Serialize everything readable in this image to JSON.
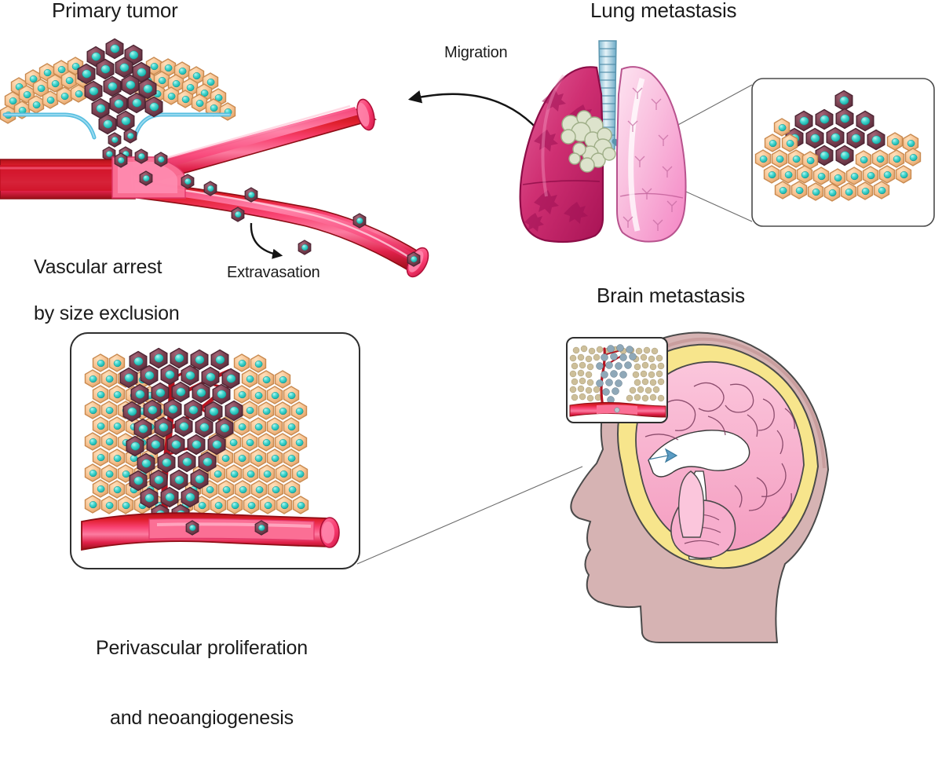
{
  "figure": {
    "title_primary_tumor": "Primary tumor",
    "title_lung_metastasis": "Lung metastasis",
    "title_brain_metastasis": "Brain metastasis",
    "label_vascular_arrest_line1": "Vascular arrest",
    "label_vascular_arrest_line2": "by size exclusion",
    "label_extravasation": "Extravasation",
    "label_migration": "Migration",
    "label_perivascular_line1": "Perivascular proliferation",
    "label_perivascular_line2": "and neoangiogenesis"
  },
  "colors": {
    "normal_cell_fill": "#f7c392",
    "normal_cell_stroke": "#c98a50",
    "tumor_cell_fill": "#7c4252",
    "tumor_cell_stroke": "#5a2c3c",
    "nucleus": "#3fd2cb",
    "nucleus_highlight": "#9defe9",
    "vessel_dark_red": "#c4171c",
    "vessel_bright_pink": "#f5376b",
    "vessel_lumen_pink": "#fb6f95",
    "basement_membrane_blue": "#3fa9d4",
    "lung_diseased": "#c62a6c",
    "lung_healthy": "#f7a6d2",
    "trachea": "#9fd0e3",
    "brain_pink": "#f7aecd",
    "skull_yellow": "#f7e58c",
    "scalp": "#d6b3b3",
    "inset_border": "#4a4a4a",
    "connector_line": "#6b6b6b",
    "text": "#1b1b1b",
    "background": "#ffffff"
  },
  "panels": [
    {
      "name": "primary-tumor",
      "caption": "Primary tumor",
      "sub_labels": [
        "Vascular arrest by size exclusion",
        "Extravasation"
      ],
      "elements": [
        "tumor-cell-cluster",
        "basement-membrane",
        "branching-blood-vessel",
        "circulating-tumor-cells",
        "extravasated-cell"
      ]
    },
    {
      "name": "lung-metastasis",
      "caption": "Lung metastasis",
      "elements": [
        "lungs",
        "trachea",
        "tumor-mass",
        "magnifier-inset-cells"
      ]
    },
    {
      "name": "brain-metastasis",
      "caption": "Brain metastasis",
      "elements": [
        "head-sagittal-section",
        "brain",
        "skull",
        "small-inset-perivascular"
      ]
    },
    {
      "name": "perivascular-proliferation",
      "caption": "Perivascular proliferation and neoangiogenesis",
      "elements": [
        "tumor-cell-field",
        "neovessel-tree",
        "feeding-vessel"
      ]
    }
  ],
  "annotations": {
    "migration_arrow": "curved arrow pointing left from lung toward blood vessel",
    "extravasation_arrow": "curved arrow pointing right to single tumor cell outside vessel"
  }
}
